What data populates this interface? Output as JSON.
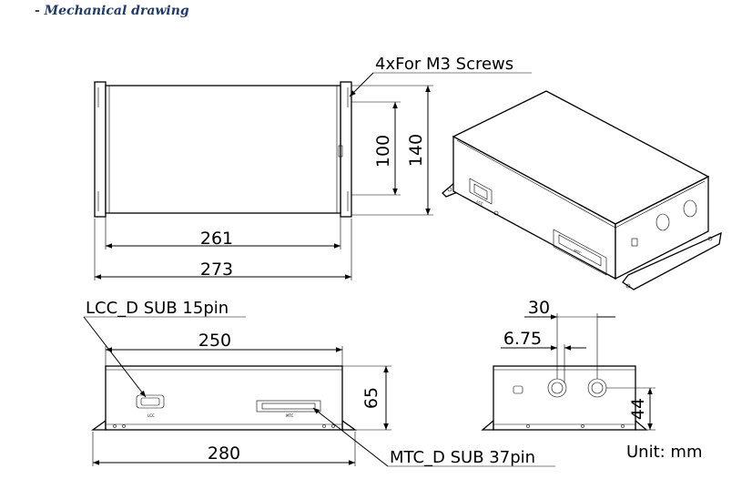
{
  "header": {
    "title": "- Mechanical drawing"
  },
  "top_view": {
    "callout": "4xFor M3 Screws",
    "dim_inner_width": "261",
    "dim_outer_width": "273",
    "dim_inner_height": "100",
    "dim_outer_height": "140"
  },
  "front_view": {
    "callout_lcc": "LCC_D SUB 15pin",
    "callout_mtc": "MTC_D SUB 37pin",
    "dim_top_width": "250",
    "dim_bottom_width": "280",
    "dim_height": "65",
    "connector_lcc_label": "LCC",
    "connector_mtc_label": "MTC"
  },
  "side_view": {
    "dim_spacing": "30",
    "dim_offset": "6.75",
    "dim_height": "44"
  },
  "iso_view": {
    "label_lcc": "LCC",
    "label_mtc": "MTC"
  },
  "footer": {
    "unit": "Unit: mm"
  }
}
